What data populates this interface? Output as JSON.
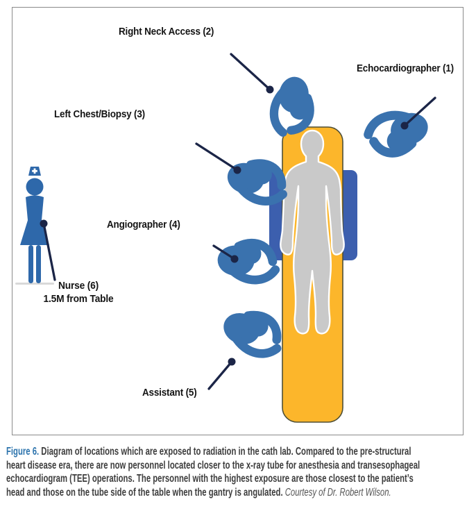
{
  "figure": {
    "labels": {
      "right_neck": "Right Neck Access (2)",
      "echocardiographer": "Echocardiographer (1)",
      "left_chest": "Left Chest/Biopsy (3)",
      "angiographer": "Angiographer (4)",
      "nurse_line1": "Nurse (6)",
      "nurse_line2": "1.5M from Table",
      "assistant": "Assistant (5)"
    },
    "colors": {
      "staff_blue": "#3a72ae",
      "nurse_blue": "#2e68aa",
      "equipment_blue": "#3c5fae",
      "table_yellow": "#fcb62b",
      "table_outline": "#4f4f35",
      "patient_gray": "#c9c9c9",
      "pointer_navy": "#1b2547",
      "figure_label_blue": "#2d74ad"
    }
  },
  "caption": {
    "label": "Figure 6.",
    "line1": " Diagram of locations which are exposed to radiation in the cath lab. Compared to the pre-structural",
    "line2": "heart disease era, there are now personnel located closer to the x-ray tube for anesthesia and transesophageal",
    "line3": "echocardiogram (TEE) operations. The personnel with the highest exposure are those closest to the patient’s",
    "line4": "head and those on the tube side of the table when the gantry is angulated. ",
    "line4_italic": "Courtesy of Dr. Robert Wilson."
  }
}
